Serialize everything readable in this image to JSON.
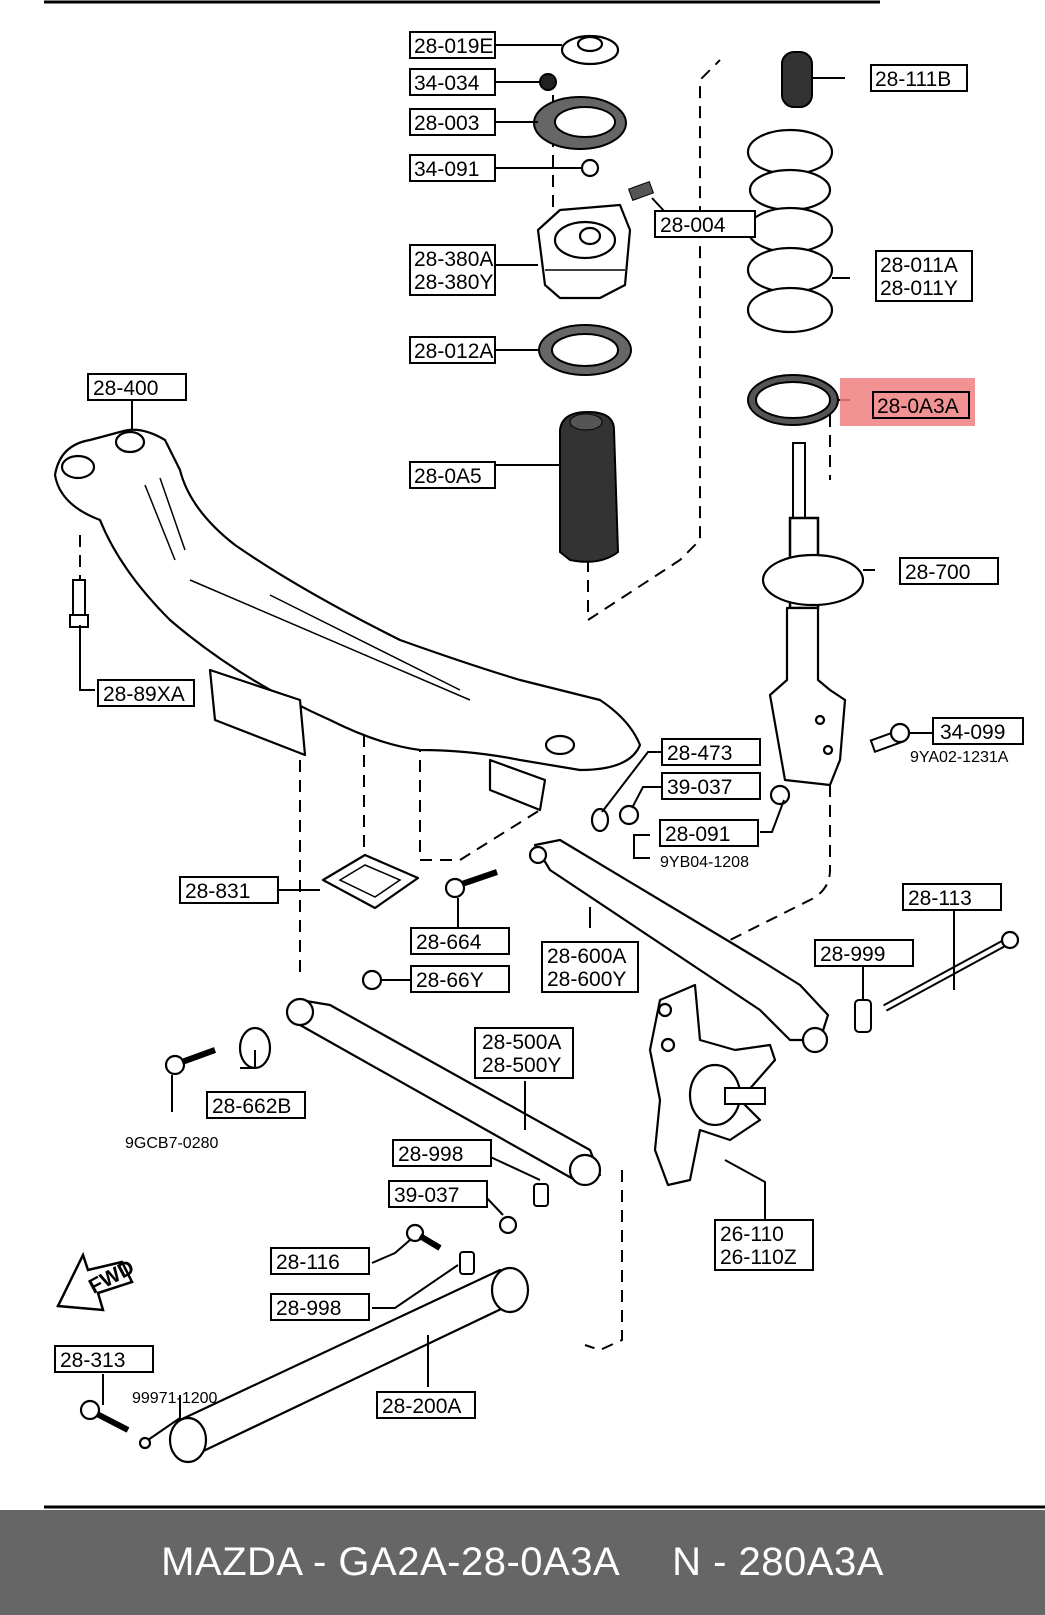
{
  "diagram": {
    "title": "Mazda rear suspension exploded parts diagram",
    "highlight_color": "#f08080",
    "highlighted_part": "28-0A3A",
    "labels": [
      {
        "id": "28-019E",
        "lines": [
          "28-019E"
        ]
      },
      {
        "id": "34-034",
        "lines": [
          "34-034"
        ]
      },
      {
        "id": "28-003",
        "lines": [
          "28-003"
        ]
      },
      {
        "id": "34-091",
        "lines": [
          "34-091"
        ]
      },
      {
        "id": "28-004",
        "lines": [
          "28-004"
        ]
      },
      {
        "id": "28-380",
        "lines": [
          "28-380A",
          "28-380Y"
        ]
      },
      {
        "id": "28-012A",
        "lines": [
          "28-012A"
        ]
      },
      {
        "id": "28-400",
        "lines": [
          "28-400"
        ]
      },
      {
        "id": "28-0A5",
        "lines": [
          "28-0A5"
        ]
      },
      {
        "id": "28-111B",
        "lines": [
          "28-111B"
        ]
      },
      {
        "id": "28-011",
        "lines": [
          "28-011A",
          "28-011Y"
        ]
      },
      {
        "id": "28-0A3A",
        "lines": [
          "28-0A3A"
        ]
      },
      {
        "id": "28-700",
        "lines": [
          "28-700"
        ]
      },
      {
        "id": "28-89XA",
        "lines": [
          "28-89XA"
        ]
      },
      {
        "id": "34-099",
        "lines": [
          "34-099"
        ]
      },
      {
        "id": "28-473",
        "lines": [
          "28-473"
        ]
      },
      {
        "id": "39-037-a",
        "lines": [
          "39-037"
        ]
      },
      {
        "id": "28-091",
        "lines": [
          "28-091"
        ]
      },
      {
        "id": "28-831",
        "lines": [
          "28-831"
        ]
      },
      {
        "id": "28-664",
        "lines": [
          "28-664"
        ]
      },
      {
        "id": "28-66Y",
        "lines": [
          "28-66Y"
        ]
      },
      {
        "id": "28-600",
        "lines": [
          "28-600A",
          "28-600Y"
        ]
      },
      {
        "id": "28-113",
        "lines": [
          "28-113"
        ]
      },
      {
        "id": "28-999",
        "lines": [
          "28-999"
        ]
      },
      {
        "id": "28-500",
        "lines": [
          "28-500A",
          "28-500Y"
        ]
      },
      {
        "id": "28-662B",
        "lines": [
          "28-662B"
        ]
      },
      {
        "id": "28-998-a",
        "lines": [
          "28-998"
        ]
      },
      {
        "id": "39-037-b",
        "lines": [
          "39-037"
        ]
      },
      {
        "id": "26-110",
        "lines": [
          "26-110",
          "26-110Z"
        ]
      },
      {
        "id": "28-116",
        "lines": [
          "28-116"
        ]
      },
      {
        "id": "28-998-b",
        "lines": [
          "28-998"
        ]
      },
      {
        "id": "28-313",
        "lines": [
          "28-313"
        ]
      },
      {
        "id": "28-200A",
        "lines": [
          "28-200A"
        ]
      }
    ],
    "sub_labels": {
      "9YA02": "9YA02-1231A",
      "9YB04": "9YB04-1208",
      "9GCB7": "9GCB7-0280",
      "99971": "99971-1200"
    },
    "fwd_arrow": "FWD"
  },
  "footer": {
    "brand_part": "MAZDA - GA2A-28-0A3A",
    "alt_part": "N - 280A3A"
  }
}
